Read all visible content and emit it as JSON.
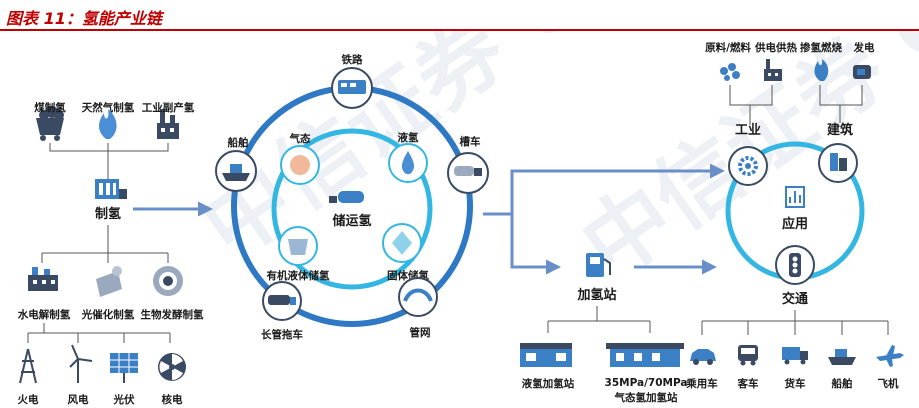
{
  "header": {
    "title": "图表 11：氢能产业链"
  },
  "production": {
    "sources_top": [
      "煤制氢",
      "天然气制氢",
      "工业副产氢"
    ],
    "label": "制氢",
    "methods": [
      "水电解制氢",
      "光催化制氢",
      "生物发酵制氢"
    ],
    "power_sources": [
      "火电",
      "风电",
      "光伏",
      "核电"
    ]
  },
  "storage": {
    "center_label": "储运氢",
    "inner_modes": [
      "气态",
      "液氢",
      "有机液体储氢",
      "固体储氢"
    ],
    "transport_modes": [
      "铁路",
      "槽车",
      "管网",
      "长管拖车",
      "船舶"
    ]
  },
  "station": {
    "label": "加氢站",
    "types": [
      "液氢加氢站",
      "35MPa/70MPa",
      "气态氢加氢站"
    ]
  },
  "application": {
    "center_label": "应用",
    "industry": {
      "label": "工业",
      "uses": [
        "原料/燃料",
        "供电供热"
      ]
    },
    "building": {
      "label": "建筑",
      "uses": [
        "掺氢燃烧",
        "发电"
      ]
    },
    "transport": {
      "label": "交通",
      "vehicles": [
        "乘用车",
        "客车",
        "货车",
        "船舶",
        "飞机"
      ]
    }
  },
  "watermark": {
    "text": "中信证券 CHINA"
  },
  "colors": {
    "title_red": "#c00000",
    "ring_outer": "#2f78c4",
    "ring_inner": "#33b7e2",
    "arrow": "#6a8fc8",
    "icon_dark": "#3a4a63",
    "icon_blue": "#3b7fc4",
    "line": "#555555"
  }
}
